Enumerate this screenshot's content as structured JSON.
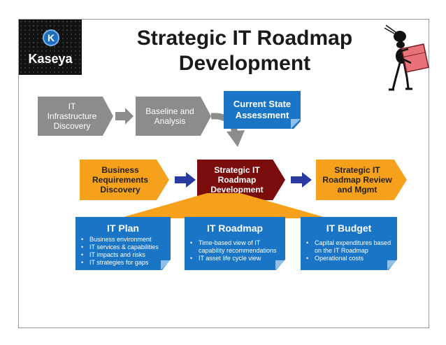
{
  "title": {
    "line1": "Strategic IT Roadmap",
    "line2": "Development"
  },
  "logo": {
    "wordmark": "Kaseya",
    "mark": "K"
  },
  "top_row": [
    {
      "label": "IT Infrastructure Discovery"
    },
    {
      "label": "Baseline and Analysis"
    }
  ],
  "current_state": {
    "label": "Current State Assessment"
  },
  "middle_row": {
    "business": "Business Requirements Discovery",
    "strategic": "Strategic IT Roadmap Development",
    "review": "Strategic IT Roadmap Review and Mgmt"
  },
  "cards": [
    {
      "title": "IT Plan",
      "items": [
        "Business environment",
        "IT services & capabilities",
        "IT impacts and risks",
        "IT strategies for gaps"
      ]
    },
    {
      "title": "IT Roadmap",
      "items": [
        "Time-based view of IT capability recommendations",
        "IT asset life cycle view"
      ]
    },
    {
      "title": "IT Budget",
      "items": [
        "Capital expenditures based on the IT Roadmap",
        "Operational costs"
      ]
    }
  ],
  "colors": {
    "gray_step": "#8c8c8c",
    "orange_step": "#f6a11c",
    "maroon_step": "#7a0c0c",
    "blue_card": "#1b75c6",
    "arrow_blue": "#2b3aa0"
  },
  "icons": [
    "kaseya-logo-icon",
    "stick-figure-carrying-box-icon",
    "right-arrow-icon",
    "curved-down-arrow-icon"
  ]
}
